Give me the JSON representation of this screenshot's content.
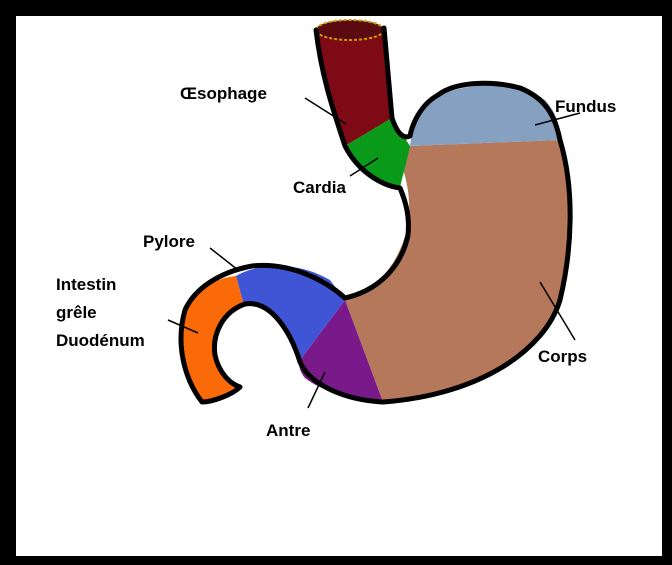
{
  "labels": {
    "oesophage": "Œsophage",
    "fundus": "Fundus",
    "cardia": "Cardia",
    "pylore": "Pylore",
    "intestin_line1": "Intestin",
    "intestin_line2": "grêle",
    "intestin_line3": "Duodénum",
    "corps": "Corps",
    "antre": "Antre"
  },
  "colors": {
    "oesophage": "#7d0a14",
    "fundus": "#86a0c2",
    "cardia": "#0a9a1a",
    "corps": "#b5785b",
    "pylore": "#3f55d6",
    "antre": "#7a1a8a",
    "duodenum": "#fb6a08",
    "outline": "#000000",
    "frame": "#000000"
  }
}
